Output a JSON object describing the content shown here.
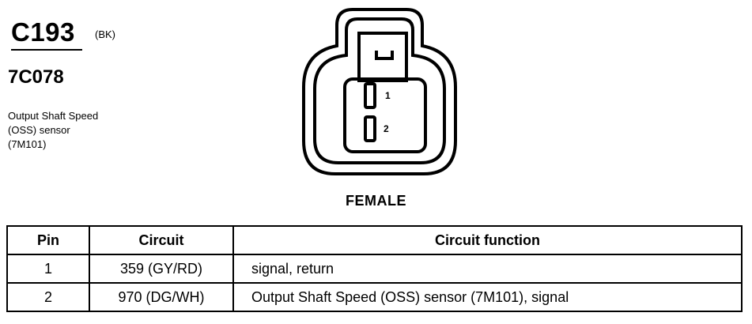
{
  "connector": {
    "id": "C193",
    "color_code": "(BK)",
    "part_number": "7C078",
    "description_lines": [
      "Output Shaft Speed",
      "(OSS) sensor",
      "(7M101)"
    ]
  },
  "diagram": {
    "pin_labels": [
      "1",
      "2"
    ],
    "gender": "FEMALE"
  },
  "table": {
    "headers": [
      "Pin",
      "Circuit",
      "Circuit function"
    ],
    "rows": [
      {
        "pin": "1",
        "circuit": "359 (GY/RD)",
        "function": "signal, return"
      },
      {
        "pin": "2",
        "circuit": "970 (DG/WH)",
        "function": "Output Shaft Speed (OSS) sensor (7M101), signal"
      }
    ]
  }
}
